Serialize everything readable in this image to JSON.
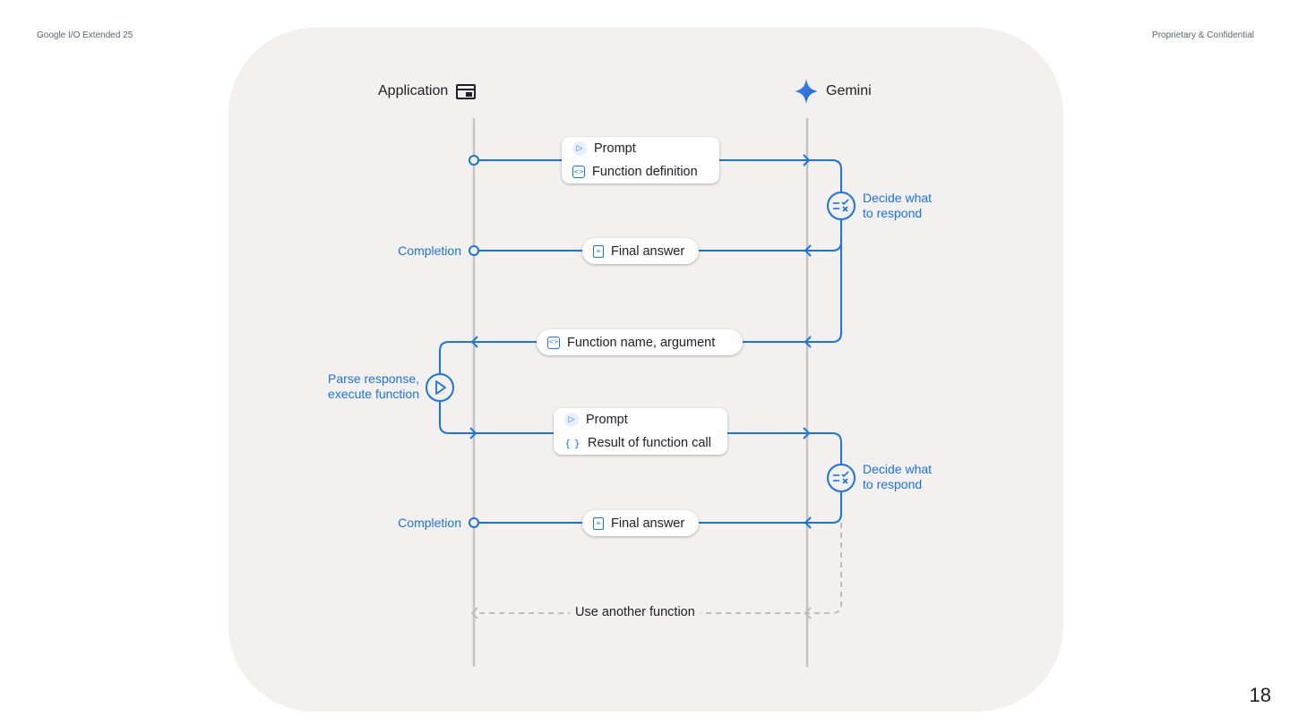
{
  "header": {
    "event": "Google I/O Extended 25",
    "confidentiality": "Proprietary & Confidential",
    "page_number": "18"
  },
  "lanes": {
    "application": {
      "label": "Application",
      "icon": "application-window-icon"
    },
    "gemini": {
      "label": "Gemini",
      "icon": "gemini-sparkle-icon"
    }
  },
  "messages": {
    "request1": {
      "line1": "Prompt",
      "line2": "Function definition",
      "icon1": "send-icon",
      "icon2": "code-icon"
    },
    "answer1": {
      "text": "Final answer",
      "icon": "document-icon"
    },
    "call": {
      "text": "Function name,  argument",
      "icon": "code-icon"
    },
    "request2": {
      "line1": "Prompt",
      "line2": "Result of function call",
      "icon1": "send-icon",
      "icon2": "braces-icon"
    },
    "answer2": {
      "text": "Final answer",
      "icon": "document-icon"
    }
  },
  "labels": {
    "decide1": [
      "Decide what",
      "to respond"
    ],
    "decide2": [
      "Decide what",
      "to respond"
    ],
    "completion1": "Completion",
    "completion2": "Completion",
    "parse": [
      "Parse response,",
      "execute function"
    ],
    "loop": "Use another function"
  },
  "colors": {
    "accent": "#1a73e8",
    "panel": "#f2f1f0",
    "lane": "#c4c4c4",
    "dashed": "#bdbdbd",
    "text": "#202124"
  }
}
